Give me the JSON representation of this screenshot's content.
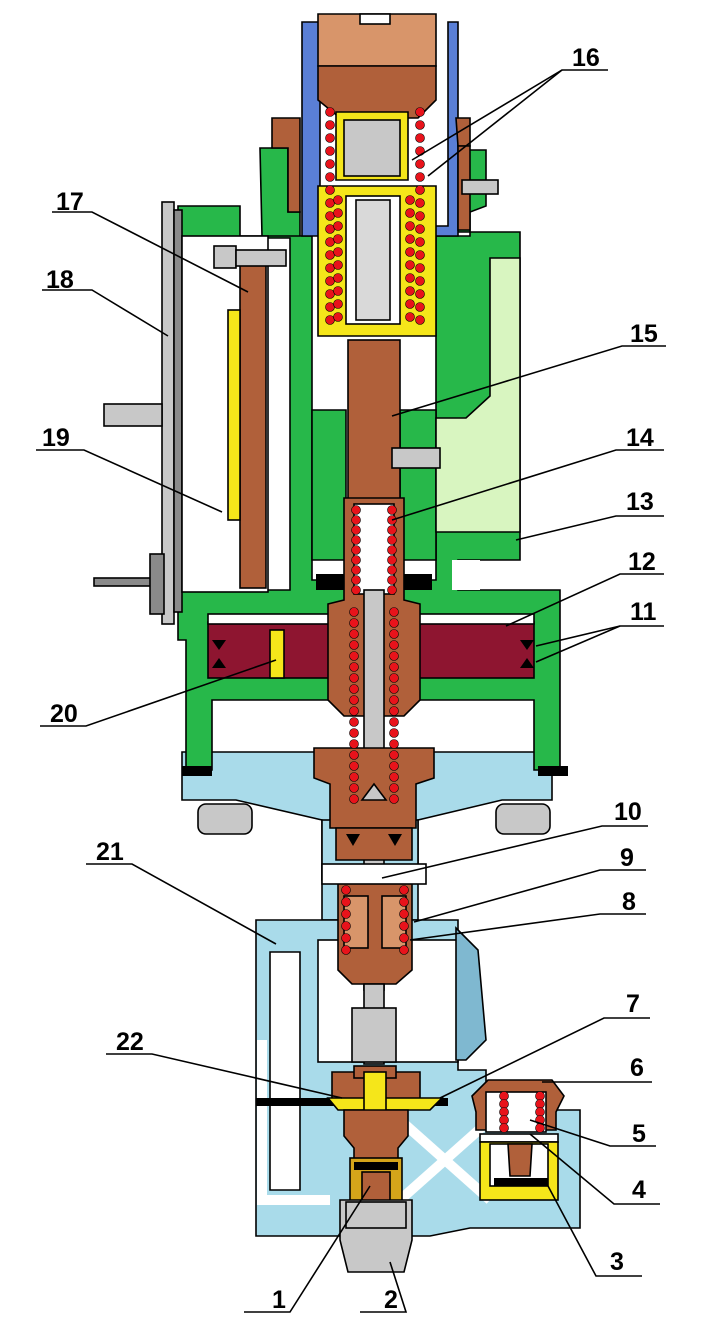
{
  "callouts": [
    {
      "id": "c1",
      "text": "1"
    },
    {
      "id": "c2",
      "text": "2"
    },
    {
      "id": "c3",
      "text": "3"
    },
    {
      "id": "c4",
      "text": "4"
    },
    {
      "id": "c5",
      "text": "5"
    },
    {
      "id": "c6",
      "text": "6"
    },
    {
      "id": "c7",
      "text": "7"
    },
    {
      "id": "c8",
      "text": "8"
    },
    {
      "id": "c9",
      "text": "9"
    },
    {
      "id": "c10",
      "text": "10"
    },
    {
      "id": "c11",
      "text": "11"
    },
    {
      "id": "c12",
      "text": "12"
    },
    {
      "id": "c13",
      "text": "13"
    },
    {
      "id": "c14",
      "text": "14"
    },
    {
      "id": "c15",
      "text": "15"
    },
    {
      "id": "c16",
      "text": "16"
    },
    {
      "id": "c17",
      "text": "17"
    },
    {
      "id": "c18",
      "text": "18"
    },
    {
      "id": "c19",
      "text": "19"
    },
    {
      "id": "c20",
      "text": "20"
    },
    {
      "id": "c21",
      "text": "21"
    },
    {
      "id": "c22",
      "text": "22"
    }
  ],
  "colors": {
    "housing_green": "#27b84a",
    "base_blue": "#a9dbea",
    "copper_brown": "#b0603a",
    "dark_brown": "#8c4a2a",
    "cap_tan": "#d8956a",
    "maroon": "#8e1530",
    "yellow": "#f5e61a",
    "pale_green": "#d8f5c0",
    "spring_red": "#e8131b",
    "cap_blue": "#5a7fd6",
    "grey": "#c8c8c8"
  }
}
